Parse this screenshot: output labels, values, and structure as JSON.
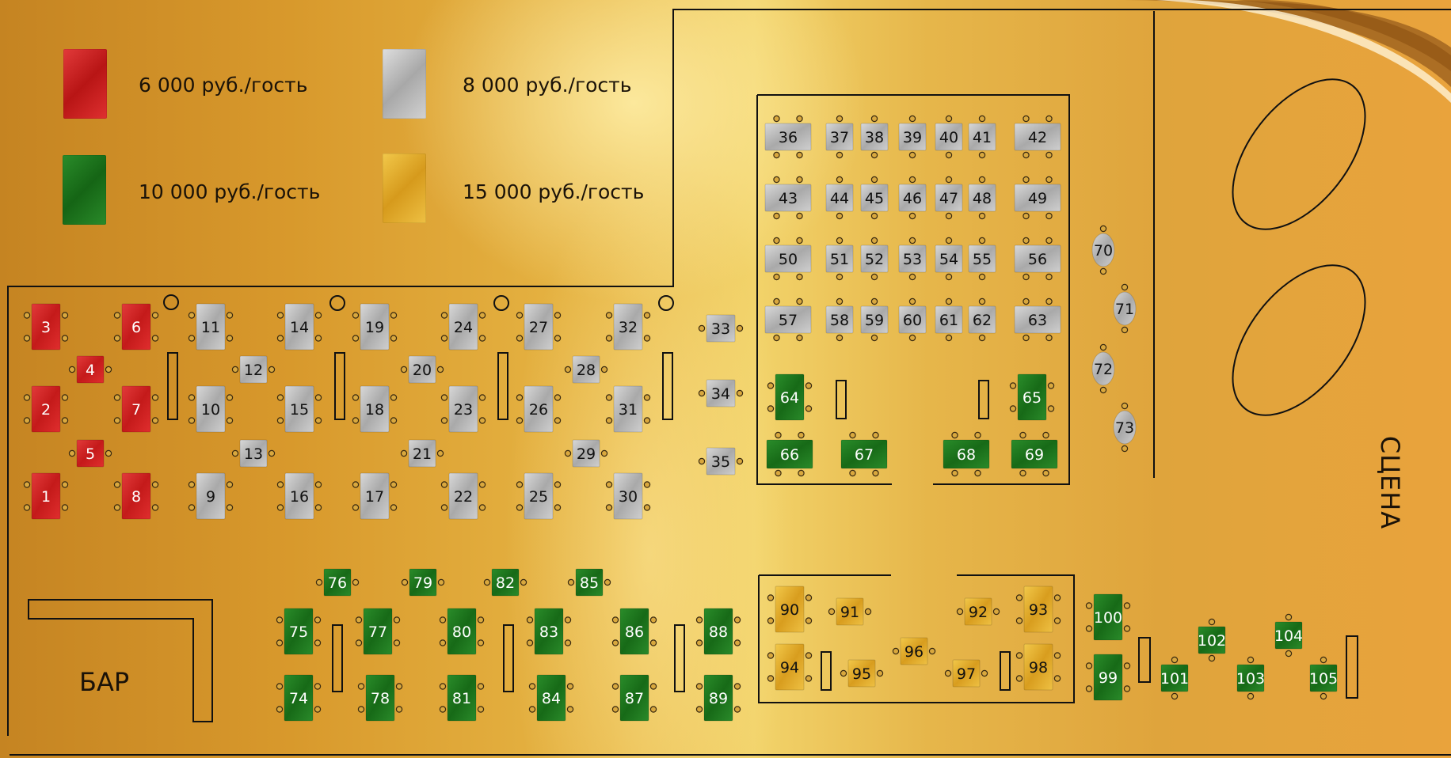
{
  "colors": {
    "red": "#cc1f1f",
    "silver": "#b9b9b9",
    "green": "#1e7a1e",
    "gold": "#e1ad2a",
    "line": "#111111"
  },
  "legend": [
    {
      "tier": "red",
      "label": "6 000 руб./гость"
    },
    {
      "tier": "silver",
      "label": "8 000 руб./гость"
    },
    {
      "tier": "green",
      "label": "10 000 руб./гость"
    },
    {
      "tier": "gold",
      "label": "15 000 руб./гость"
    }
  ],
  "labels": {
    "bar": "БАР",
    "stage": "СЦЕНА"
  },
  "tables": [
    {
      "n": "1",
      "tier": "red"
    },
    {
      "n": "2",
      "tier": "red"
    },
    {
      "n": "3",
      "tier": "red"
    },
    {
      "n": "4",
      "tier": "red"
    },
    {
      "n": "5",
      "tier": "red"
    },
    {
      "n": "6",
      "tier": "red"
    },
    {
      "n": "7",
      "tier": "red"
    },
    {
      "n": "8",
      "tier": "red"
    },
    {
      "n": "9",
      "tier": "silver"
    },
    {
      "n": "10",
      "tier": "silver"
    },
    {
      "n": "11",
      "tier": "silver"
    },
    {
      "n": "12",
      "tier": "silver"
    },
    {
      "n": "13",
      "tier": "silver"
    },
    {
      "n": "14",
      "tier": "silver"
    },
    {
      "n": "15",
      "tier": "silver"
    },
    {
      "n": "16",
      "tier": "silver"
    },
    {
      "n": "17",
      "tier": "silver"
    },
    {
      "n": "18",
      "tier": "silver"
    },
    {
      "n": "19",
      "tier": "silver"
    },
    {
      "n": "20",
      "tier": "silver"
    },
    {
      "n": "21",
      "tier": "silver"
    },
    {
      "n": "22",
      "tier": "silver"
    },
    {
      "n": "23",
      "tier": "silver"
    },
    {
      "n": "24",
      "tier": "silver"
    },
    {
      "n": "25",
      "tier": "silver"
    },
    {
      "n": "26",
      "tier": "silver"
    },
    {
      "n": "27",
      "tier": "silver"
    },
    {
      "n": "28",
      "tier": "silver"
    },
    {
      "n": "29",
      "tier": "silver"
    },
    {
      "n": "30",
      "tier": "silver"
    },
    {
      "n": "31",
      "tier": "silver"
    },
    {
      "n": "32",
      "tier": "silver"
    },
    {
      "n": "33",
      "tier": "silver"
    },
    {
      "n": "34",
      "tier": "silver"
    },
    {
      "n": "35",
      "tier": "silver"
    },
    {
      "n": "36",
      "tier": "silver"
    },
    {
      "n": "37",
      "tier": "silver"
    },
    {
      "n": "38",
      "tier": "silver"
    },
    {
      "n": "39",
      "tier": "silver"
    },
    {
      "n": "40",
      "tier": "silver"
    },
    {
      "n": "41",
      "tier": "silver"
    },
    {
      "n": "42",
      "tier": "silver"
    },
    {
      "n": "43",
      "tier": "silver"
    },
    {
      "n": "44",
      "tier": "silver"
    },
    {
      "n": "45",
      "tier": "silver"
    },
    {
      "n": "46",
      "tier": "silver"
    },
    {
      "n": "47",
      "tier": "silver"
    },
    {
      "n": "48",
      "tier": "silver"
    },
    {
      "n": "49",
      "tier": "silver"
    },
    {
      "n": "50",
      "tier": "silver"
    },
    {
      "n": "51",
      "tier": "silver"
    },
    {
      "n": "52",
      "tier": "silver"
    },
    {
      "n": "53",
      "tier": "silver"
    },
    {
      "n": "54",
      "tier": "silver"
    },
    {
      "n": "55",
      "tier": "silver"
    },
    {
      "n": "56",
      "tier": "silver"
    },
    {
      "n": "57",
      "tier": "silver"
    },
    {
      "n": "58",
      "tier": "silver"
    },
    {
      "n": "59",
      "tier": "silver"
    },
    {
      "n": "60",
      "tier": "silver"
    },
    {
      "n": "61",
      "tier": "silver"
    },
    {
      "n": "62",
      "tier": "silver"
    },
    {
      "n": "63",
      "tier": "silver"
    },
    {
      "n": "64",
      "tier": "green"
    },
    {
      "n": "65",
      "tier": "green"
    },
    {
      "n": "66",
      "tier": "green"
    },
    {
      "n": "67",
      "tier": "green"
    },
    {
      "n": "68",
      "tier": "green"
    },
    {
      "n": "69",
      "tier": "green"
    },
    {
      "n": "70",
      "tier": "silver"
    },
    {
      "n": "71",
      "tier": "silver"
    },
    {
      "n": "72",
      "tier": "silver"
    },
    {
      "n": "73",
      "tier": "silver"
    },
    {
      "n": "74",
      "tier": "green"
    },
    {
      "n": "75",
      "tier": "green"
    },
    {
      "n": "76",
      "tier": "green"
    },
    {
      "n": "77",
      "tier": "green"
    },
    {
      "n": "78",
      "tier": "green"
    },
    {
      "n": "79",
      "tier": "green"
    },
    {
      "n": "80",
      "tier": "green"
    },
    {
      "n": "81",
      "tier": "green"
    },
    {
      "n": "82",
      "tier": "green"
    },
    {
      "n": "83",
      "tier": "green"
    },
    {
      "n": "84",
      "tier": "green"
    },
    {
      "n": "85",
      "tier": "green"
    },
    {
      "n": "86",
      "tier": "green"
    },
    {
      "n": "87",
      "tier": "green"
    },
    {
      "n": "88",
      "tier": "green"
    },
    {
      "n": "89",
      "tier": "green"
    },
    {
      "n": "90",
      "tier": "gold"
    },
    {
      "n": "91",
      "tier": "gold"
    },
    {
      "n": "92",
      "tier": "gold"
    },
    {
      "n": "93",
      "tier": "gold"
    },
    {
      "n": "94",
      "tier": "gold"
    },
    {
      "n": "95",
      "tier": "gold"
    },
    {
      "n": "96",
      "tier": "gold"
    },
    {
      "n": "97",
      "tier": "gold"
    },
    {
      "n": "98",
      "tier": "gold"
    },
    {
      "n": "99",
      "tier": "green"
    },
    {
      "n": "100",
      "tier": "green"
    },
    {
      "n": "101",
      "tier": "green"
    },
    {
      "n": "102",
      "tier": "green"
    },
    {
      "n": "103",
      "tier": "green"
    },
    {
      "n": "104",
      "tier": "green"
    },
    {
      "n": "105",
      "tier": "green"
    }
  ]
}
